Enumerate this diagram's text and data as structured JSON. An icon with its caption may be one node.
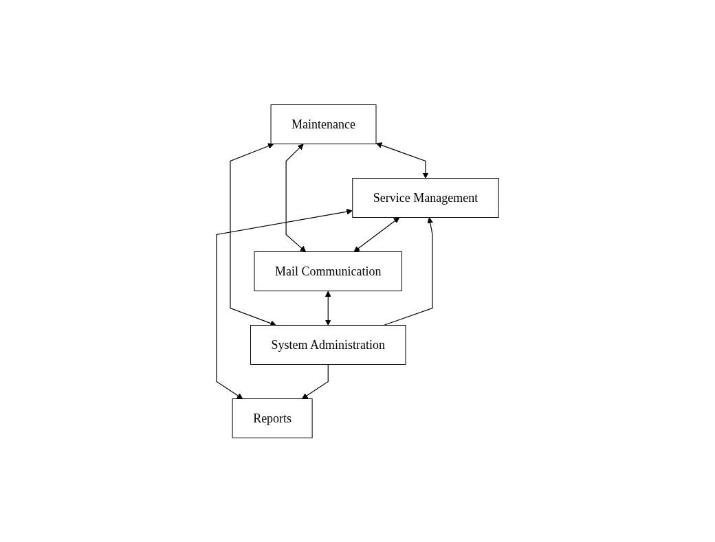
{
  "diagram": {
    "nodes": [
      {
        "text": [
          "Maintenance"
        ]
      },
      {
        "text": [
          "Service Management"
        ]
      },
      {
        "text": [
          "Mail Communication"
        ]
      },
      {
        "text": [
          "System Administration"
        ]
      },
      {
        "text": [
          "Reports"
        ]
      }
    ],
    "edges": [
      {
        "from": 0,
        "to": 1,
        "arrow": "both"
      },
      {
        "from": 0,
        "to": 2,
        "arrow": "both"
      },
      {
        "from": 1,
        "to": 2,
        "arrow": "both"
      },
      {
        "from": 0,
        "to": 3,
        "arrow": "both"
      },
      {
        "from": 2,
        "to": 3,
        "arrow": "both"
      },
      {
        "from": 1,
        "to": 4,
        "arrow": "both"
      },
      {
        "from": 3,
        "to": 4,
        "arrow": "to"
      },
      {
        "from": 3,
        "to": 1,
        "arrow": "to"
      }
    ]
  }
}
